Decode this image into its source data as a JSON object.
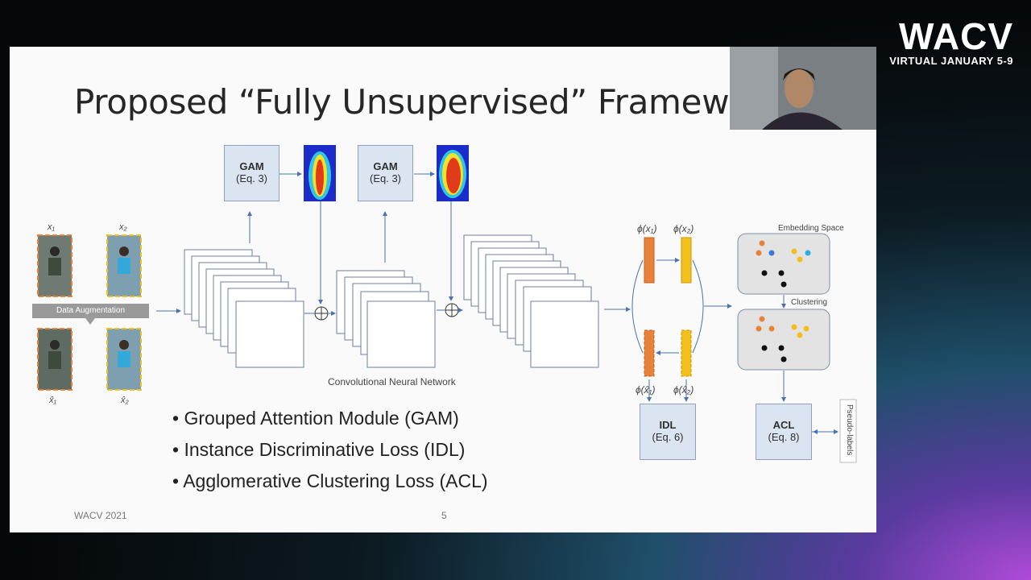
{
  "logo": {
    "name": "WACV",
    "tagline": "VIRTUAL JANUARY 5-9"
  },
  "slide": {
    "title": "Proposed “Fully Unsupervised” Framewo",
    "footer_left": "WACV 2021",
    "page_number": "5",
    "bullets": [
      "Grouped Attention Module (GAM)",
      "Instance Discriminative Loss (IDL)",
      "Agglomerative Clustering Loss (ACL)"
    ]
  },
  "diagram": {
    "gam_boxes": [
      {
        "name": "GAM",
        "eq": "(Eq. 3)"
      },
      {
        "name": "GAM",
        "eq": "(Eq. 3)"
      }
    ],
    "inputs": {
      "x1": "x₁",
      "x2": "x₂",
      "xh1": "x̂₁",
      "xh2": "x̂₂"
    },
    "data_augmentation": "Data Augmentation",
    "cnn_label": "Convolutional Neural Network",
    "phi": {
      "x1": "ϕ(x₁)",
      "x2": "ϕ(x₂)",
      "xh1": "ϕ(x̂₁)",
      "xh2": "ϕ(x̂₂)"
    },
    "idl": {
      "name": "IDL",
      "eq": "(Eq. 6)"
    },
    "acl": {
      "name": "ACL",
      "eq": "(Eq. 8)"
    },
    "embedding_space": "Embedding Space",
    "clustering": "Clustering",
    "pseudo_labels": "Pseudo-labels",
    "colors": {
      "orange": "#e8823a",
      "yellow": "#f2bf1d",
      "box_fill": "#dbe4f1",
      "arrow": "#4a72b0"
    }
  }
}
